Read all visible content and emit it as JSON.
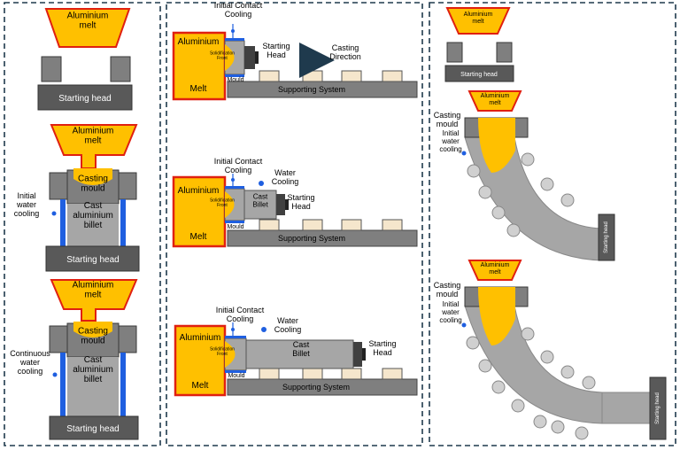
{
  "colors": {
    "melt_fill": "#FFC000",
    "melt_stroke": "#E02010",
    "mould_fill": "#7F7F7F",
    "head_fill": "#595959",
    "billet_fill": "#A6A6A6",
    "cooling_blue": "#1F5FE0",
    "roller_fill": "#D0D0D0",
    "support_block": "#F5E6CC",
    "panel_border": "#1F3A4D"
  },
  "panel1": {
    "top": {
      "melt": "Aluminium\nmelt",
      "head": "Starting head"
    },
    "mid": {
      "melt": "Aluminium\nmelt",
      "mould": "Casting\nmould",
      "billet": "Cast\naluminium\nbillet",
      "cooling": "Initial\nwater\ncooling",
      "head": "Starting head"
    },
    "bot": {
      "melt": "Aluminium\nmelt",
      "mould": "Casting\nmould",
      "billet": "Cast\naluminium\nbillet",
      "cooling": "Continuous\nwater\ncooling",
      "head": "Starting head"
    }
  },
  "panel2": {
    "top": {
      "aluminium": "Aluminium",
      "melt": "Melt",
      "front": "Solidification\nFront",
      "mould": "Mould",
      "contact": "Initial Contact\nCooling",
      "head": "Starting\nHead",
      "direction": "Casting\nDirection",
      "support": "Supporting System"
    },
    "mid": {
      "aluminium": "Aluminium",
      "melt": "Melt",
      "front": "Solidification\nFront",
      "mould": "Mould",
      "contact": "Initial Contact\nCooling",
      "water": "Water\nCooling",
      "billet": "Cast\nBillet",
      "head": "Starting\nHead",
      "support": "Supporting System"
    },
    "bot": {
      "aluminium": "Aluminium",
      "melt": "Melt",
      "front": "Solidification\nFront",
      "mould": "Mould",
      "contact": "Initial Contact\nCooling",
      "water": "Water\nCooling",
      "billet": "Cast\nBillet",
      "head": "Starting\nHead",
      "support": "Supporting System"
    }
  },
  "panel3": {
    "top": {
      "melt": "Aluminium\nmelt",
      "head": "Starting head"
    },
    "mid": {
      "melt": "Aluminium\nmelt",
      "mould": "Casting\nmould",
      "cooling": "Initial\nwater\ncooling",
      "head": "Starting head"
    },
    "bot": {
      "melt": "Aluminium\nmelt",
      "mould": "Casting\nmould",
      "cooling": "Initial\nwater\ncooling",
      "head": "Starting head"
    }
  }
}
